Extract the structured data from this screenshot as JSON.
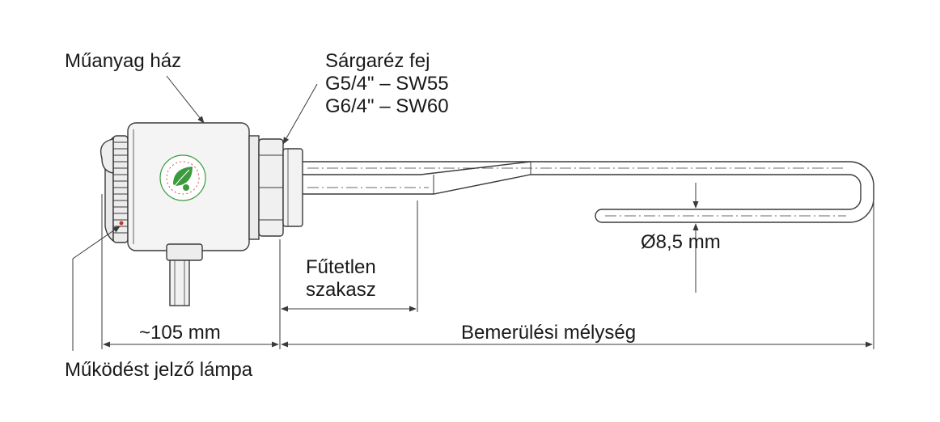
{
  "labels": {
    "housing": "Műanyag ház",
    "head_title": "Sárgaréz fej",
    "head_g54": "G5/4\" – SW55",
    "head_g64": "G6/4\" – SW60",
    "unheated_line1": "Fűtetlen",
    "unheated_line2": "szakasz",
    "diameter": "Ø8,5 mm",
    "length_105": "~105 mm",
    "immersion_depth": "Bemerülési mélység",
    "indicator_lamp": "Működést jelző lámpa"
  },
  "colors": {
    "line": "#3a3a3a",
    "housing_fill": "#f4f4f4",
    "logo_green": "#3b9a3e",
    "logo_red": "#c62828",
    "lamp_red": "#c0392b"
  },
  "icons": {
    "eco_logo": "leaf-globe-icon"
  }
}
